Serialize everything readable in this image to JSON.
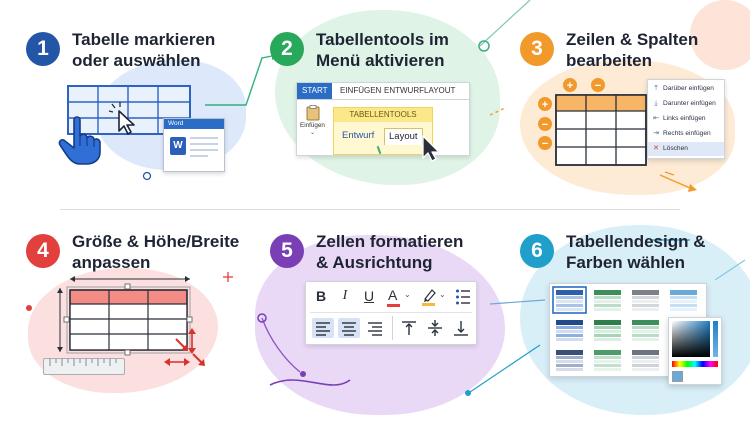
{
  "steps": [
    {
      "number": "1",
      "line1": "Tabelle markieren",
      "line2": "oder auswählen",
      "color": "#2456a8"
    },
    {
      "number": "2",
      "line1": "Tabellentools im",
      "line2": "Menü aktivieren",
      "color": "#27a85a"
    },
    {
      "number": "3",
      "line1": "Zeilen & Spalten",
      "line2": "bearbeiten",
      "color": "#f19a2b"
    },
    {
      "number": "4",
      "line1": "Größe & Höhe/Breite",
      "line2": "anpassen",
      "color": "#e2403c"
    },
    {
      "number": "5",
      "line1": "Zellen formatieren",
      "line2": "& Ausrichtung",
      "color": "#7a3fb5"
    },
    {
      "number": "6",
      "line1": "Tabellendesign &",
      "line2": "Farben wählen",
      "color": "#1f9fc9"
    }
  ],
  "word_window": {
    "title": "Word",
    "icon_letter": "W"
  },
  "ribbon": {
    "tabs": [
      "START",
      "EINFÜGEN",
      "ENTWURF",
      "LAYOUT"
    ],
    "paste_label": "Einfügen",
    "tools_title": "TABELLENTOOLS",
    "tools_tabs": [
      "Entwurf",
      "Layout"
    ]
  },
  "context_menu": [
    {
      "icon": "insert-above-icon",
      "glyph": "⤒",
      "label": "Darüber einfügen"
    },
    {
      "icon": "insert-below-icon",
      "glyph": "⤓",
      "label": "Darunter einfügen"
    },
    {
      "icon": "insert-left-icon",
      "glyph": "⇤",
      "label": "Links einfügen"
    },
    {
      "icon": "insert-right-icon",
      "glyph": "⇥",
      "label": "Rechts einfügen"
    },
    {
      "icon": "delete-icon",
      "glyph": "✕",
      "label": "Löschen"
    }
  ],
  "format_toolbar": {
    "bold": "B",
    "italic": "I",
    "underline": "U",
    "font_color": "A"
  },
  "colors": {
    "blue": "#2456a8",
    "green": "#27a85a",
    "orange": "#f19a2b",
    "red": "#e2403c",
    "purple": "#7a3fb5",
    "cyan": "#1f9fc9",
    "text": "#1e2433"
  }
}
